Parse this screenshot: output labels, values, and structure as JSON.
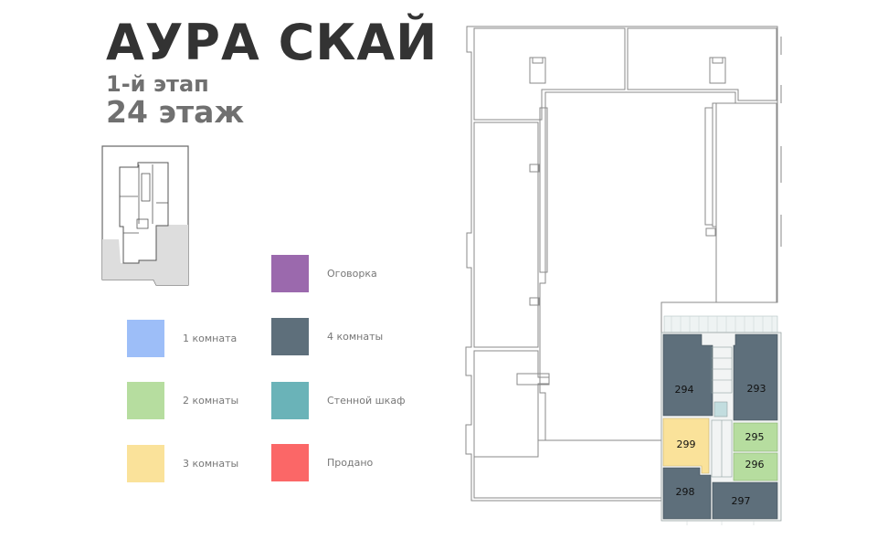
{
  "header": {
    "title": "АУРА СКАЙ",
    "stage": "1-й этап",
    "floor": "24 этаж"
  },
  "legend": [
    {
      "key": "reserved",
      "label": "Оговорка",
      "color": "#9b69ad"
    },
    {
      "key": "one_room",
      "label": "1 комната",
      "color": "#9dbef8"
    },
    {
      "key": "four_rooms",
      "label": "4 комнаты",
      "color": "#5e6f7b"
    },
    {
      "key": "two_rooms",
      "label": "2 комнаты",
      "color": "#b6dd9f"
    },
    {
      "key": "wardrobe",
      "label": "Стенной шкаф",
      "color": "#6ab3b8"
    },
    {
      "key": "three_rooms",
      "label": "3 комнаты",
      "color": "#fae29a"
    },
    {
      "key": "sold",
      "label": "Продано",
      "color": "#fb6767"
    }
  ],
  "apartments": [
    {
      "number": "294",
      "type": "four_rooms",
      "color": "#5e6f7b"
    },
    {
      "number": "293",
      "type": "four_rooms",
      "color": "#5e6f7b"
    },
    {
      "number": "299",
      "type": "three_rooms",
      "color": "#fae29a"
    },
    {
      "number": "295",
      "type": "two_rooms",
      "color": "#b6dd9f"
    },
    {
      "number": "296",
      "type": "two_rooms",
      "color": "#b6dd9f"
    },
    {
      "number": "298",
      "type": "four_rooms",
      "color": "#5e6f7b"
    },
    {
      "number": "297",
      "type": "four_rooms",
      "color": "#5e6f7b"
    }
  ],
  "colors": {
    "outline": "#8a8a8a",
    "minimap_highlight": "#dddddd"
  }
}
